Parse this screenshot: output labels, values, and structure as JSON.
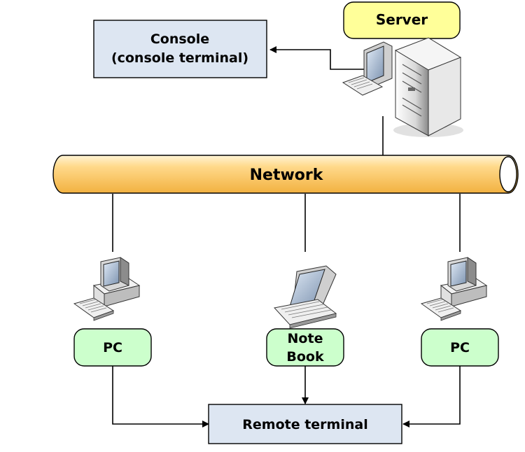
{
  "server": {
    "label": "Server"
  },
  "console": {
    "line1": "Console",
    "line2": "(console terminal)"
  },
  "network": {
    "label": "Network"
  },
  "clients": [
    {
      "label": "PC"
    },
    {
      "label_line1": "Note",
      "label_line2": "Book"
    },
    {
      "label": "PC"
    }
  ],
  "remote_terminal": {
    "label": "Remote terminal"
  },
  "colors": {
    "label_yellow": "#ffff99",
    "label_green": "#ccffcc",
    "box_blue": "#dde6f2",
    "pipe_orange": "#ffcc66",
    "line": "#000000"
  },
  "icons": [
    "computer-icon",
    "server-tower-icon",
    "laptop-icon"
  ]
}
